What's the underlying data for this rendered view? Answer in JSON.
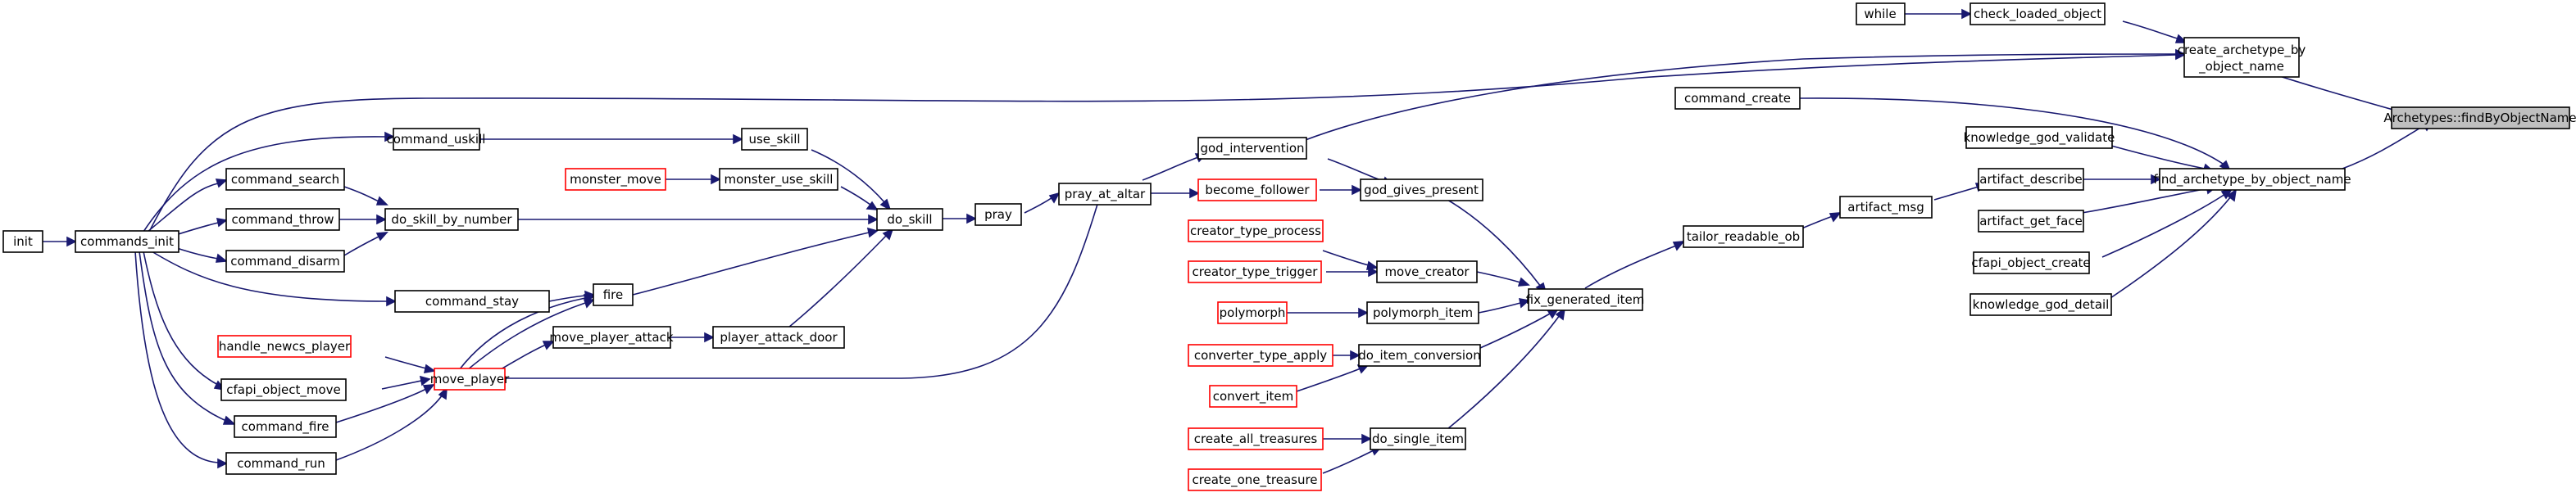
{
  "nodes": {
    "root": "Archetypes::findByObjectName",
    "create_archetype_by_object_name_l1": "create_archetype_by",
    "create_archetype_by_object_name_l2": "_object_name",
    "check_loaded_object": "check_loaded_object",
    "while": "while",
    "command_create": "command_create",
    "find_archetype_by_object_name": "find_archetype_by_object_name",
    "knowledge_god_validate": "knowledge_god_validate",
    "artifact_describe": "artifact_describe",
    "artifact_get_face": "artifact_get_face",
    "cfapi_object_create": "cfapi_object_create",
    "knowledge_god_detail": "knowledge_god_detail",
    "artifact_msg": "artifact_msg",
    "tailor_readable_ob": "tailor_readable_ob",
    "fix_generated_item": "fix_generated_item",
    "god_gives_present": "god_gives_present",
    "god_intervention": "god_intervention",
    "become_follower": "become_follower",
    "pray_at_altar": "pray_at_altar",
    "pray": "pray",
    "do_skill": "do_skill",
    "use_skill": "use_skill",
    "monster_use_skill": "monster_use_skill",
    "monster_move": "monster_move",
    "command_uskill": "command_uskill",
    "do_skill_by_number": "do_skill_by_number",
    "command_search": "command_search",
    "command_throw": "command_throw",
    "command_disarm": "command_disarm",
    "commands_init": "commands_init",
    "init": "init",
    "fire": "fire",
    "command_stay": "command_stay",
    "player_attack_door": "player_attack_door",
    "move_player_attack": "move_player_attack",
    "move_player": "move_player",
    "handle_newcs_player": "handle_newcs_player",
    "cfapi_object_move": "cfapi_object_move",
    "command_fire": "command_fire",
    "command_run": "command_run",
    "move_creator": "move_creator",
    "creator_type_process": "creator_type_process",
    "creator_type_trigger": "creator_type_trigger",
    "polymorph_item": "polymorph_item",
    "polymorph": "polymorph",
    "do_item_conversion": "do_item_conversion",
    "converter_type_apply": "converter_type_apply",
    "convert_item": "convert_item",
    "do_single_item": "do_single_item",
    "create_all_treasures": "create_all_treasures",
    "create_one_treasure": "create_one_treasure"
  },
  "colors": {
    "edge": "#191970",
    "default_border": "#000000",
    "truncated_border": "#ff0000",
    "root_fill": "#bfbfbf"
  }
}
